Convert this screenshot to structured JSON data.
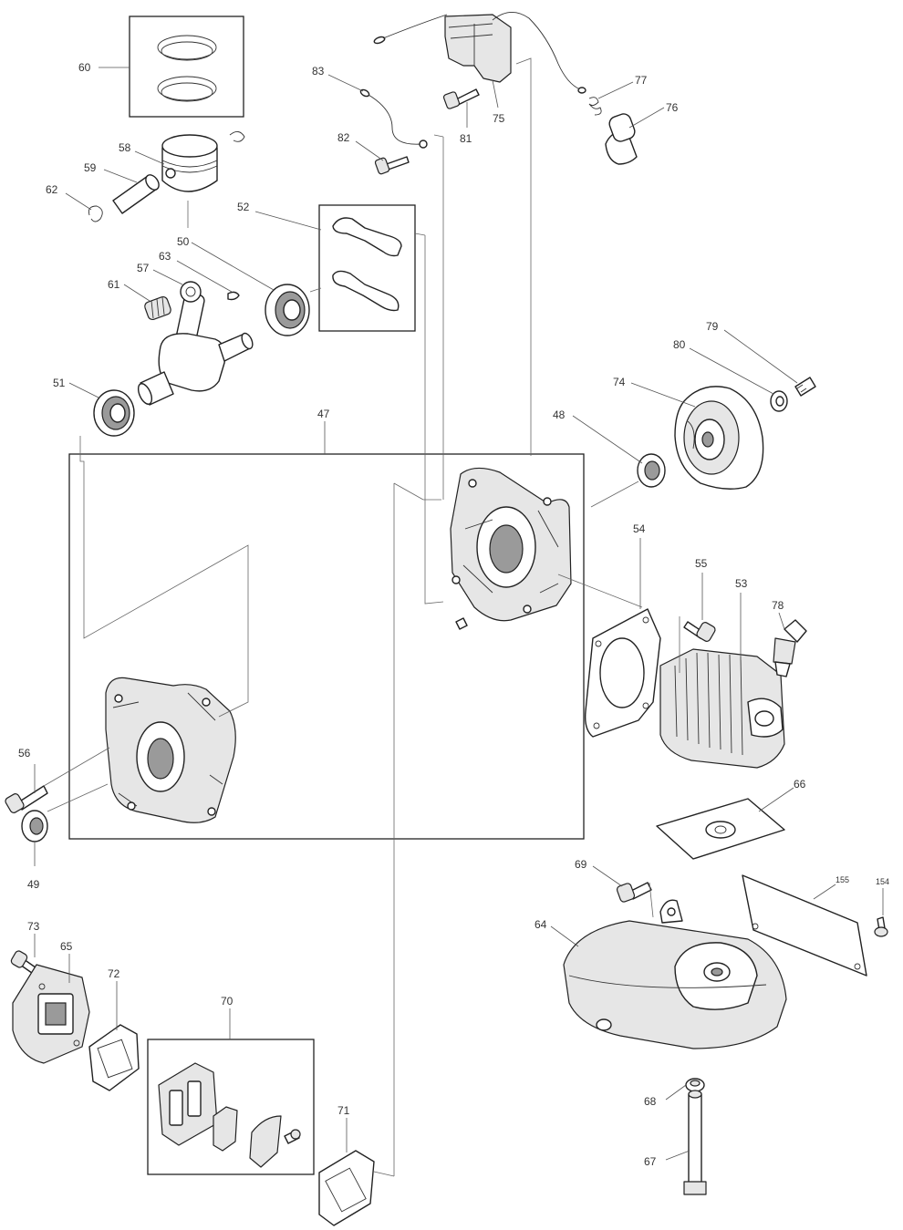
{
  "diagram": {
    "part_numbers": [
      "47",
      "48",
      "49",
      "50",
      "51",
      "52",
      "53",
      "54",
      "55",
      "56",
      "57",
      "58",
      "59",
      "60",
      "61",
      "62",
      "63",
      "64",
      "65",
      "66",
      "67",
      "68",
      "69",
      "70",
      "71",
      "72",
      "73",
      "74",
      "75",
      "76",
      "77",
      "78",
      "79",
      "80",
      "81",
      "82",
      "83",
      "155",
      "154"
    ]
  },
  "colors": {
    "line": "#222222",
    "label": "#333333",
    "fill_light": "#e6e6e6",
    "fill_dark": "#9a9a9a"
  }
}
